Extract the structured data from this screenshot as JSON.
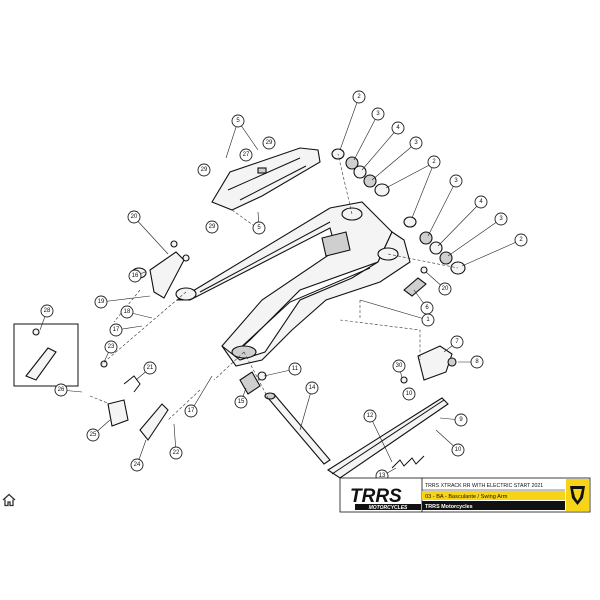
{
  "colors": {
    "accent_yellow": "#f7d417",
    "ink": "#111111",
    "brand_red": "#d71920",
    "title_bar": "#ffffff"
  },
  "icons": {
    "home": "home-icon",
    "brand_badge": "shield-logo-icon"
  },
  "title_block": {
    "brand_logo": "TRRS",
    "brand_sub": "MOTORCYCLES",
    "model": "TRRS XTRACK RR WITH ELECTRIC START 2021",
    "section": "03 - BA - Basculante / Swing Arm",
    "company": "TRRS Motorcycles"
  },
  "callouts": [
    {
      "id": "c1",
      "label": "1"
    },
    {
      "id": "c2a",
      "label": "2"
    },
    {
      "id": "c2b",
      "label": "2"
    },
    {
      "id": "c2c",
      "label": "2"
    },
    {
      "id": "c3a",
      "label": "3"
    },
    {
      "id": "c3b",
      "label": "3"
    },
    {
      "id": "c3c",
      "label": "3"
    },
    {
      "id": "c3d",
      "label": "3"
    },
    {
      "id": "c4a",
      "label": "4"
    },
    {
      "id": "c4b",
      "label": "4"
    },
    {
      "id": "c5",
      "label": "5"
    },
    {
      "id": "c5b",
      "label": "5"
    },
    {
      "id": "c6",
      "label": "6"
    },
    {
      "id": "c7",
      "label": "7"
    },
    {
      "id": "c8",
      "label": "8"
    },
    {
      "id": "c9",
      "label": "9"
    },
    {
      "id": "c10a",
      "label": "10"
    },
    {
      "id": "c10b",
      "label": "10"
    },
    {
      "id": "c11",
      "label": "11"
    },
    {
      "id": "c12",
      "label": "12"
    },
    {
      "id": "c13",
      "label": "13"
    },
    {
      "id": "c14",
      "label": "14"
    },
    {
      "id": "c15",
      "label": "15"
    },
    {
      "id": "c16",
      "label": "16"
    },
    {
      "id": "c17a",
      "label": "17"
    },
    {
      "id": "c17b",
      "label": "17"
    },
    {
      "id": "c18",
      "label": "18"
    },
    {
      "id": "c19",
      "label": "19"
    },
    {
      "id": "c20a",
      "label": "20"
    },
    {
      "id": "c20b",
      "label": "20"
    },
    {
      "id": "c21",
      "label": "21"
    },
    {
      "id": "c22",
      "label": "22"
    },
    {
      "id": "c23",
      "label": "23"
    },
    {
      "id": "c24",
      "label": "24"
    },
    {
      "id": "c25",
      "label": "25"
    },
    {
      "id": "c26",
      "label": "26"
    },
    {
      "id": "c27",
      "label": "27"
    },
    {
      "id": "c28",
      "label": "28"
    },
    {
      "id": "c29a",
      "label": "29"
    },
    {
      "id": "c29b",
      "label": "29"
    },
    {
      "id": "c29c",
      "label": "29"
    },
    {
      "id": "c30",
      "label": "30"
    }
  ]
}
